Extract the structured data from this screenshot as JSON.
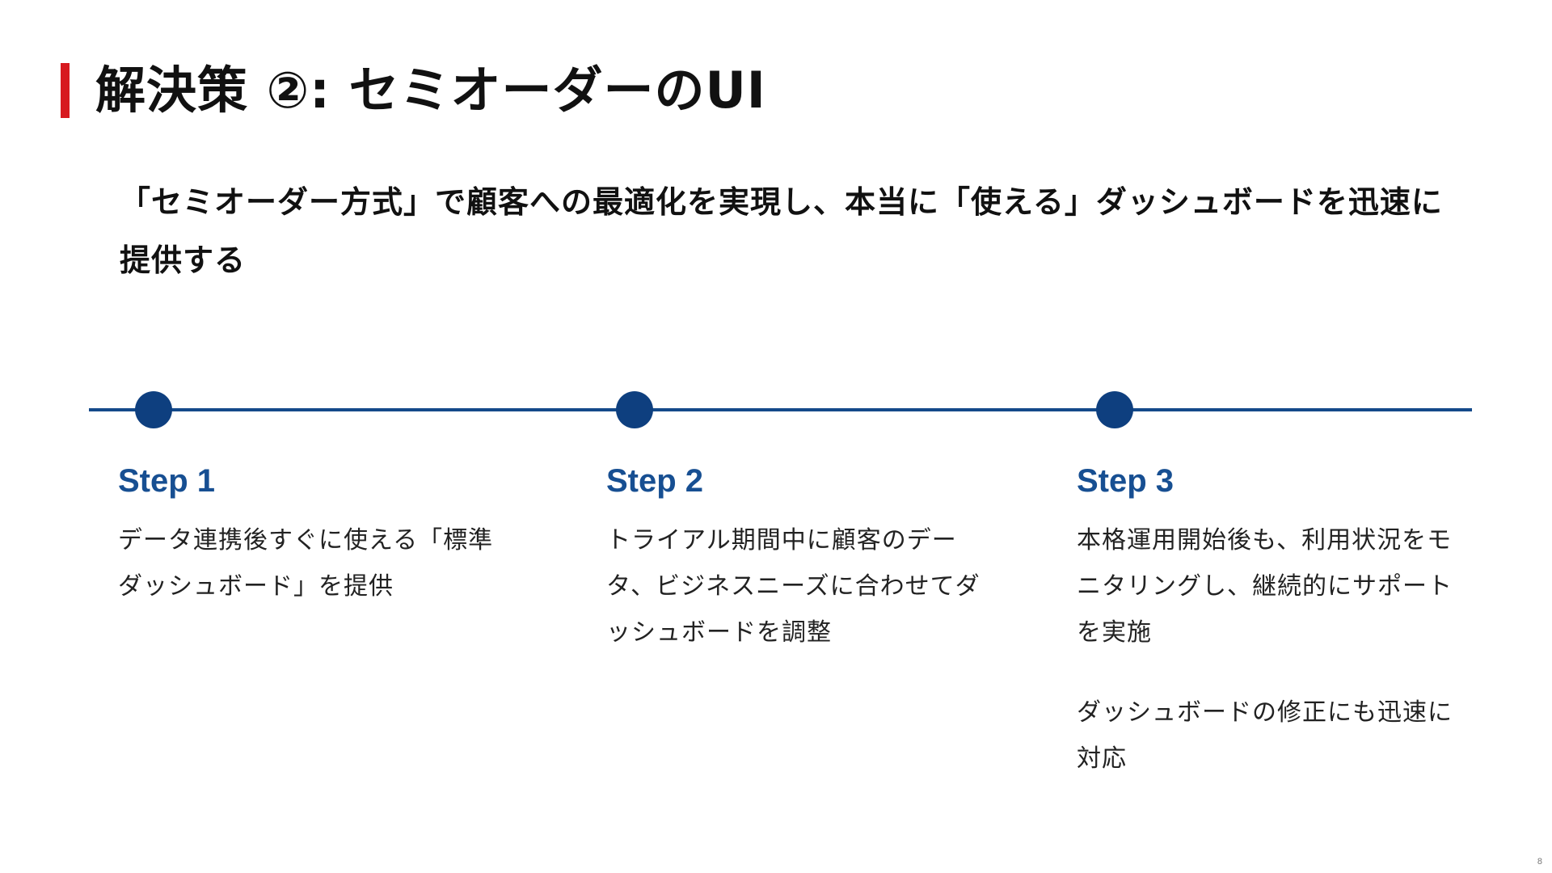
{
  "slide": {
    "title": "解決策 ②: セミオーダーのUI",
    "subtitle": "「セミオーダー方式」で顧客への最適化を実現し、本当に「使える」ダッシュボードを迅速に提供する",
    "page_number": "8",
    "accent_color": "#d7191f",
    "timeline_color": "#144a8a"
  },
  "steps": [
    {
      "title": "Step 1",
      "paragraphs": [
        "データ連携後すぐに使える「標準ダッシュボード」を提供"
      ]
    },
    {
      "title": "Step 2",
      "paragraphs": [
        "トライアル期間中に顧客のデータ、ビジネスニーズに合わせてダッシュボードを調整"
      ]
    },
    {
      "title": "Step 3",
      "paragraphs": [
        "本格運用開始後も、利用状況をモニタリングし、継続的にサポートを実施",
        "ダッシュボードの修正にも迅速に対応"
      ]
    }
  ]
}
